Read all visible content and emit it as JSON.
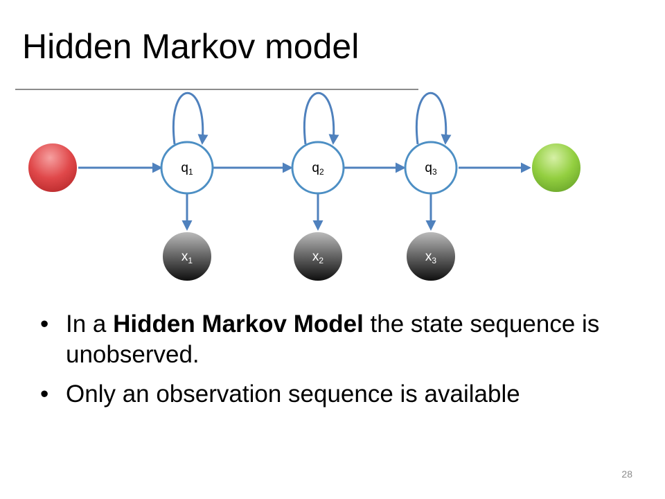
{
  "slide": {
    "title": "Hidden Markov model",
    "page_number": "28"
  },
  "diagram": {
    "hidden_states": [
      {
        "label": "q",
        "subscript": "1"
      },
      {
        "label": "q",
        "subscript": "2"
      },
      {
        "label": "q",
        "subscript": "3"
      }
    ],
    "observations": [
      {
        "label": "x",
        "subscript": "1"
      },
      {
        "label": "x",
        "subscript": "2"
      },
      {
        "label": "x",
        "subscript": "3"
      }
    ],
    "colors": {
      "start_node": "#e0484a",
      "end_node": "#93cf40",
      "state_border": "#4d8fc4",
      "observation_fill": "#2a2a2a",
      "edge": "#4f81bd"
    }
  },
  "bullets": [
    {
      "before": "In a ",
      "bold": "Hidden Markov Model",
      "after": " the state sequence is unobserved."
    },
    {
      "before": "Only an observation sequence is available",
      "bold": "",
      "after": ""
    }
  ],
  "bullet_marker": "•"
}
